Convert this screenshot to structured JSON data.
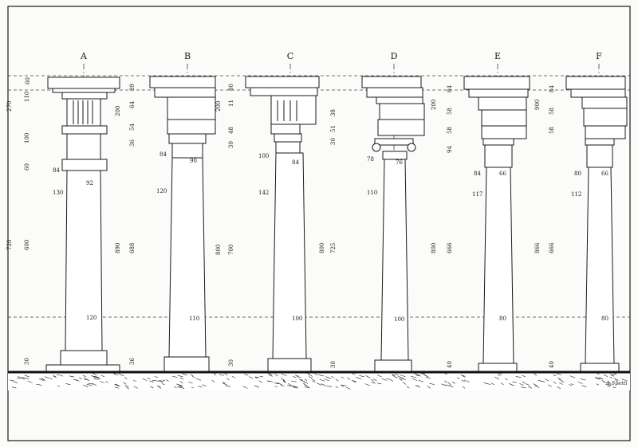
{
  "signature": "A.Spetti",
  "columns": [
    {
      "label": "A",
      "dims": {
        "t1": "60",
        "t2": "110",
        "t3": "270",
        "t4": "100",
        "t5": "60",
        "t6": "600",
        "t7": "720",
        "t8": "30",
        "d1": "84",
        "d2": "92",
        "d3": "130",
        "d4": "120"
      }
    },
    {
      "label": "B",
      "dims": {
        "t1": "89",
        "t2": "64",
        "t3": "200",
        "t4": "54",
        "t5": "36",
        "t6": "890",
        "t7": "688",
        "t8": "36",
        "d1": "84",
        "d2": "90",
        "d3": "120",
        "d4": "110"
      }
    },
    {
      "label": "C",
      "dims": {
        "t1": "80",
        "t2": "11",
        "t3": "200",
        "t4": "48",
        "t5": "30",
        "t6": "800",
        "t7": "700",
        "t8": "30",
        "d1": "100",
        "d2": "84",
        "d3": "142",
        "d4": "100"
      }
    },
    {
      "label": "D",
      "dims": {
        "t1": "38",
        "t2": "51",
        "t3": "30",
        "t4": "800",
        "t5": "725",
        "t6": "30",
        "d1": "78",
        "d2": "76",
        "d3": "110",
        "d4": "100"
      }
    },
    {
      "label": "E",
      "dims": {
        "t1": "84",
        "t2": "58",
        "t3": "200",
        "t4": "58",
        "t5": "94",
        "t6": "800",
        "t7": "666",
        "t8": "40",
        "d1": "84",
        "d2": "66",
        "d3": "117",
        "d4": "80"
      }
    },
    {
      "label": "F",
      "dims": {
        "t1": "84",
        "t2": "58",
        "t3": "900",
        "t4": "58",
        "t5": "866",
        "t6": "666",
        "t7": "40",
        "d1": "80",
        "d2": "66",
        "d3": "112",
        "d4": "80"
      }
    }
  ]
}
